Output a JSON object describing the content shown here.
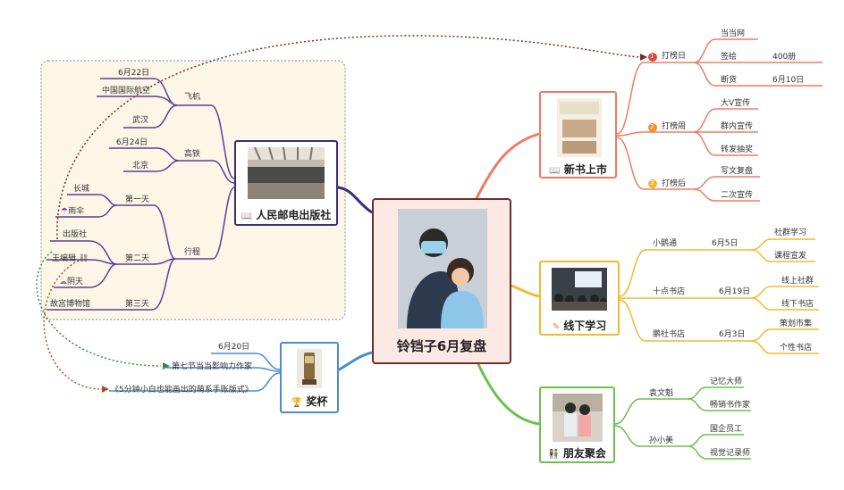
{
  "center": {
    "title": "铃铛子6月复盘"
  },
  "icons": {
    "book": "open-book-icon",
    "pencil": "pencil-icon",
    "trophy": "trophy-icon",
    "people": "people-icon",
    "umbrella": "umbrella-icon",
    "cloud": "cloud-icon",
    "link": "link-icon"
  },
  "colors": {
    "publisher": "#3b2d7a",
    "new_book": "#f07a63",
    "study": "#f5b92e",
    "party": "#6dbf4b",
    "trophy": "#4a8bd4",
    "center_border": "#6b2e2e",
    "center_fill": "#fde9e4",
    "box_fill": "#fcf6e6"
  },
  "branches": {
    "publisher": {
      "title": "人民邮电出版社",
      "plane": {
        "label": "飞机",
        "date": "6月22日",
        "airline": "中国国际航空",
        "city": "武汉"
      },
      "train": {
        "label": "高铁",
        "date": "6月24日",
        "city": "北京"
      },
      "trip": {
        "label": "行程",
        "day1": {
          "label": "第一天",
          "items": [
            "长城",
            "雨伞"
          ]
        },
        "day2": {
          "label": "第二天",
          "items": [
            "出版社",
            "王编辑",
            "阴天"
          ]
        },
        "day3": {
          "label": "第三天",
          "items": [
            "故宫博物馆"
          ]
        }
      }
    },
    "new_book": {
      "title": "新书上市",
      "day": {
        "label": "打榜日",
        "num": "1",
        "items": [
          "当当网",
          "签绘",
          "400册",
          "断货",
          "6月10日"
        ]
      },
      "week": {
        "label": "打榜周",
        "num": "2",
        "items": [
          "大V宣传",
          "群内宣传",
          "转发抽奖"
        ]
      },
      "after": {
        "label": "打榜后",
        "num": "3",
        "items": [
          "写文复盘",
          "二次宣传"
        ]
      }
    },
    "study": {
      "title": "线下学习",
      "xiaoe": {
        "label": "小鹅通",
        "date": "6月5日",
        "items": [
          "社群学习",
          "课程宣发"
        ]
      },
      "shidian": {
        "label": "十点书店",
        "date": "6月19日",
        "items": [
          "线上社群",
          "线下书店"
        ]
      },
      "pengshe": {
        "label": "鹏社书店",
        "date": "6月3日",
        "items": [
          "策划市集",
          "个性书店"
        ]
      }
    },
    "party": {
      "title": "朋友聚会",
      "yuan": {
        "label": "袁文魁",
        "items": [
          "记忆大师",
          "畅销书作家"
        ]
      },
      "sun": {
        "label": "孙小美",
        "items": [
          "国企员工",
          "视觉记录师"
        ]
      }
    },
    "trophy": {
      "title": "奖杯",
      "date": "6月20日",
      "award": "第七节当当影响力作家",
      "book": "《5分钟小白也能画出的萌系手账版式》"
    }
  }
}
